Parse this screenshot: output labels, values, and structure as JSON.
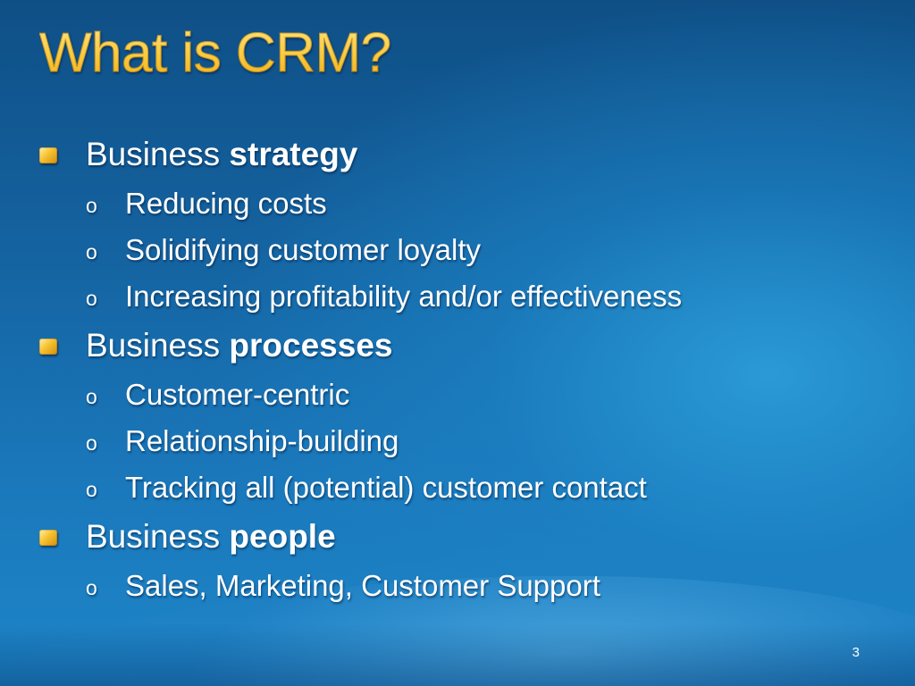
{
  "slide": {
    "title": "What is CRM?",
    "page_number": "3",
    "bullet_color": "#f6c232",
    "title_color": "#f9c93b",
    "sections": [
      {
        "prefix": "Business ",
        "emphasis": "strategy",
        "items": [
          "Reducing costs",
          "Solidifying customer loyalty",
          "Increasing profitability and/or effectiveness"
        ]
      },
      {
        "prefix": "Business ",
        "emphasis": "processes",
        "items": [
          "Customer-centric",
          "Relationship-building",
          "Tracking all (potential) customer contact"
        ]
      },
      {
        "prefix": "Business ",
        "emphasis": "people",
        "items": [
          "Sales, Marketing, Customer Support"
        ]
      }
    ],
    "sub_bullet_symbol": "o",
    "bullet_icon": "square-bullet-icon"
  }
}
